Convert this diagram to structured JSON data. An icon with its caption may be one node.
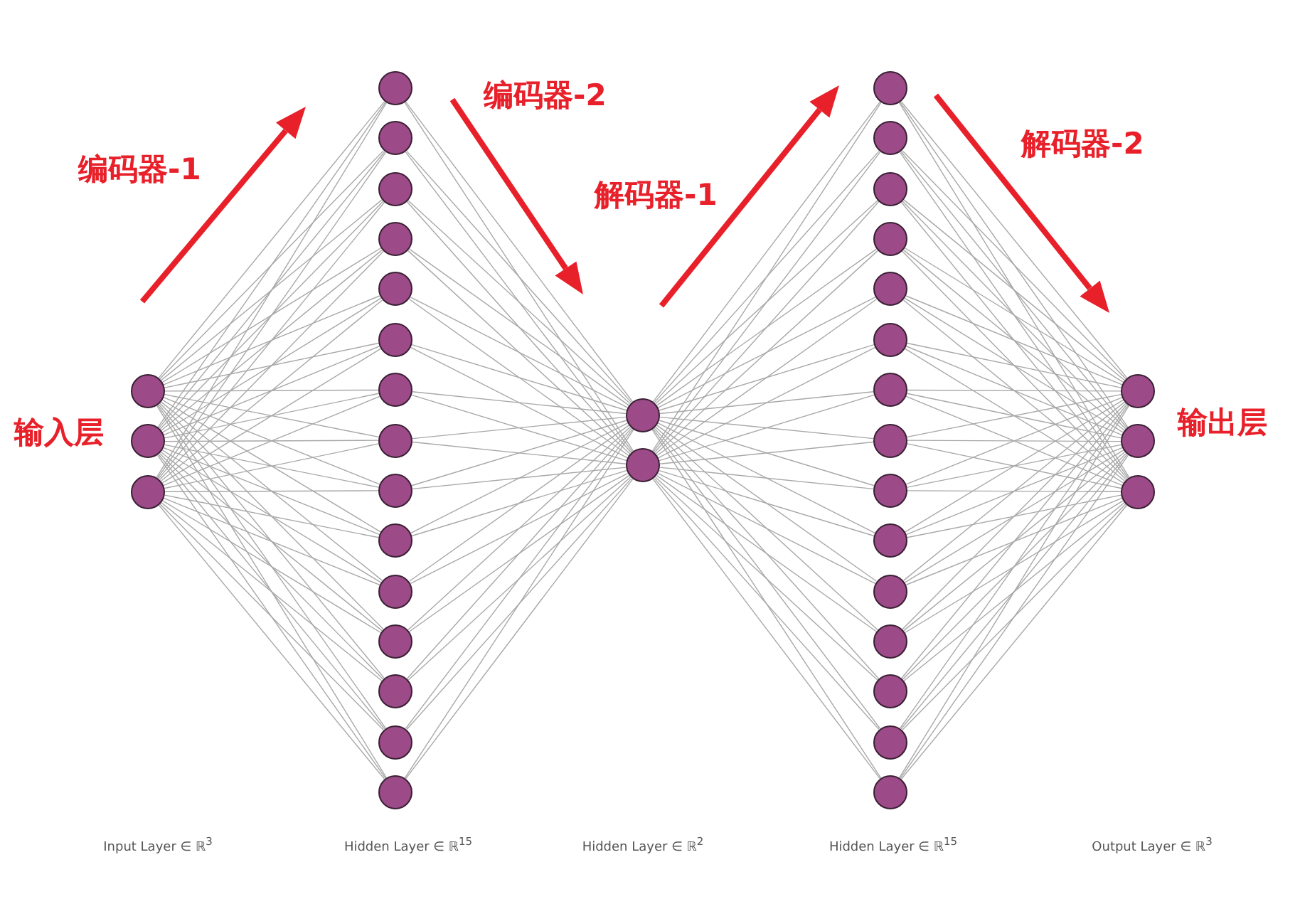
{
  "diagram": {
    "nodes": [
      {
        "text": [],
        "shape": "circle"
      },
      {
        "text": [],
        "shape": "circle"
      },
      {
        "text": [],
        "shape": "circle"
      },
      {
        "text": [],
        "shape": "circle"
      },
      {
        "text": [],
        "shape": "circle"
      },
      {
        "text": [],
        "shape": "circle"
      },
      {
        "text": [],
        "shape": "circle"
      },
      {
        "text": [],
        "shape": "circle"
      },
      {
        "text": [],
        "shape": "circle"
      },
      {
        "text": [],
        "shape": "circle"
      },
      {
        "text": [],
        "shape": "circle"
      },
      {
        "text": [],
        "shape": "circle"
      },
      {
        "text": [],
        "shape": "circle"
      },
      {
        "text": [],
        "shape": "circle"
      },
      {
        "text": [],
        "shape": "circle"
      },
      {
        "text": [],
        "shape": "circle"
      },
      {
        "text": [],
        "shape": "circle"
      },
      {
        "text": [],
        "shape": "circle"
      },
      {
        "text": [],
        "shape": "circle"
      },
      {
        "text": [],
        "shape": "circle"
      },
      {
        "text": [],
        "shape": "circle"
      },
      {
        "text": [],
        "shape": "circle"
      },
      {
        "text": [],
        "shape": "circle"
      },
      {
        "text": [],
        "shape": "circle"
      },
      {
        "text": [],
        "shape": "circle"
      },
      {
        "text": [],
        "shape": "circle"
      },
      {
        "text": [],
        "shape": "circle"
      },
      {
        "text": [],
        "shape": "circle"
      },
      {
        "text": [],
        "shape": "circle"
      },
      {
        "text": [],
        "shape": "circle"
      },
      {
        "text": [],
        "shape": "circle"
      },
      {
        "text": [],
        "shape": "circle"
      },
      {
        "text": [],
        "shape": "circle"
      },
      {
        "text": [],
        "shape": "circle"
      },
      {
        "text": [],
        "shape": "circle"
      },
      {
        "text": [],
        "shape": "circle"
      },
      {
        "text": [],
        "shape": "circle"
      },
      {
        "text": [],
        "shape": "circle"
      }
    ],
    "edges": [
      {
        "from": 0,
        "to": 3,
        "arrow": "none"
      },
      {
        "from": 0,
        "to": 4,
        "arrow": "none"
      },
      {
        "from": 0,
        "to": 5,
        "arrow": "none"
      },
      {
        "from": 0,
        "to": 6,
        "arrow": "none"
      },
      {
        "from": 0,
        "to": 7,
        "arrow": "none"
      },
      {
        "from": 0,
        "to": 8,
        "arrow": "none"
      },
      {
        "from": 0,
        "to": 9,
        "arrow": "none"
      },
      {
        "from": 0,
        "to": 10,
        "arrow": "none"
      },
      {
        "from": 0,
        "to": 11,
        "arrow": "none"
      },
      {
        "from": 0,
        "to": 12,
        "arrow": "none"
      },
      {
        "from": 0,
        "to": 13,
        "arrow": "none"
      },
      {
        "from": 0,
        "to": 14,
        "arrow": "none"
      },
      {
        "from": 0,
        "to": 15,
        "arrow": "none"
      },
      {
        "from": 0,
        "to": 16,
        "arrow": "none"
      },
      {
        "from": 0,
        "to": 17,
        "arrow": "none"
      },
      {
        "from": 1,
        "to": 3,
        "arrow": "none"
      },
      {
        "from": 1,
        "to": 4,
        "arrow": "none"
      },
      {
        "from": 1,
        "to": 5,
        "arrow": "none"
      },
      {
        "from": 1,
        "to": 6,
        "arrow": "none"
      },
      {
        "from": 1,
        "to": 7,
        "arrow": "none"
      },
      {
        "from": 1,
        "to": 8,
        "arrow": "none"
      },
      {
        "from": 1,
        "to": 9,
        "arrow": "none"
      },
      {
        "from": 1,
        "to": 10,
        "arrow": "none"
      },
      {
        "from": 1,
        "to": 11,
        "arrow": "none"
      },
      {
        "from": 1,
        "to": 12,
        "arrow": "none"
      },
      {
        "from": 1,
        "to": 13,
        "arrow": "none"
      },
      {
        "from": 1,
        "to": 14,
        "arrow": "none"
      },
      {
        "from": 1,
        "to": 15,
        "arrow": "none"
      },
      {
        "from": 1,
        "to": 16,
        "arrow": "none"
      },
      {
        "from": 1,
        "to": 17,
        "arrow": "none"
      },
      {
        "from": 2,
        "to": 3,
        "arrow": "none"
      },
      {
        "from": 2,
        "to": 4,
        "arrow": "none"
      },
      {
        "from": 2,
        "to": 5,
        "arrow": "none"
      },
      {
        "from": 2,
        "to": 6,
        "arrow": "none"
      },
      {
        "from": 2,
        "to": 7,
        "arrow": "none"
      },
      {
        "from": 2,
        "to": 8,
        "arrow": "none"
      },
      {
        "from": 2,
        "to": 9,
        "arrow": "none"
      },
      {
        "from": 2,
        "to": 10,
        "arrow": "none"
      },
      {
        "from": 2,
        "to": 11,
        "arrow": "none"
      },
      {
        "from": 2,
        "to": 12,
        "arrow": "none"
      },
      {
        "from": 2,
        "to": 13,
        "arrow": "none"
      },
      {
        "from": 2,
        "to": 14,
        "arrow": "none"
      },
      {
        "from": 2,
        "to": 15,
        "arrow": "none"
      },
      {
        "from": 2,
        "to": 16,
        "arrow": "none"
      },
      {
        "from": 2,
        "to": 17,
        "arrow": "none"
      },
      {
        "from": 3,
        "to": 18,
        "arrow": "none"
      },
      {
        "from": 4,
        "to": 18,
        "arrow": "none"
      },
      {
        "from": 5,
        "to": 18,
        "arrow": "none"
      },
      {
        "from": 6,
        "to": 18,
        "arrow": "none"
      },
      {
        "from": 7,
        "to": 18,
        "arrow": "none"
      },
      {
        "from": 8,
        "to": 18,
        "arrow": "none"
      },
      {
        "from": 9,
        "to": 18,
        "arrow": "none"
      },
      {
        "from": 10,
        "to": 18,
        "arrow": "none"
      },
      {
        "from": 11,
        "to": 18,
        "arrow": "none"
      },
      {
        "from": 12,
        "to": 18,
        "arrow": "none"
      },
      {
        "from": 13,
        "to": 18,
        "arrow": "none"
      },
      {
        "from": 14,
        "to": 18,
        "arrow": "none"
      },
      {
        "from": 15,
        "to": 18,
        "arrow": "none"
      },
      {
        "from": 16,
        "to": 18,
        "arrow": "none"
      },
      {
        "from": 17,
        "to": 18,
        "arrow": "none"
      },
      {
        "from": 3,
        "to": 19,
        "arrow": "none"
      },
      {
        "from": 4,
        "to": 19,
        "arrow": "none"
      },
      {
        "from": 5,
        "to": 19,
        "arrow": "none"
      },
      {
        "from": 6,
        "to": 19,
        "arrow": "none"
      },
      {
        "from": 7,
        "to": 19,
        "arrow": "none"
      },
      {
        "from": 8,
        "to": 19,
        "arrow": "none"
      },
      {
        "from": 9,
        "to": 19,
        "arrow": "none"
      },
      {
        "from": 10,
        "to": 19,
        "arrow": "none"
      },
      {
        "from": 11,
        "to": 19,
        "arrow": "none"
      },
      {
        "from": 12,
        "to": 19,
        "arrow": "none"
      },
      {
        "from": 13,
        "to": 19,
        "arrow": "none"
      },
      {
        "from": 14,
        "to": 19,
        "arrow": "none"
      },
      {
        "from": 15,
        "to": 19,
        "arrow": "none"
      },
      {
        "from": 16,
        "to": 19,
        "arrow": "none"
      },
      {
        "from": 17,
        "to": 19,
        "arrow": "none"
      },
      {
        "from": 18,
        "to": 20,
        "arrow": "none"
      },
      {
        "from": 18,
        "to": 21,
        "arrow": "none"
      },
      {
        "from": 18,
        "to": 22,
        "arrow": "none"
      },
      {
        "from": 18,
        "to": 23,
        "arrow": "none"
      },
      {
        "from": 18,
        "to": 24,
        "arrow": "none"
      },
      {
        "from": 18,
        "to": 25,
        "arrow": "none"
      },
      {
        "from": 18,
        "to": 26,
        "arrow": "none"
      },
      {
        "from": 18,
        "to": 27,
        "arrow": "none"
      },
      {
        "from": 18,
        "to": 28,
        "arrow": "none"
      },
      {
        "from": 18,
        "to": 29,
        "arrow": "none"
      },
      {
        "from": 18,
        "to": 30,
        "arrow": "none"
      },
      {
        "from": 18,
        "to": 31,
        "arrow": "none"
      },
      {
        "from": 18,
        "to": 32,
        "arrow": "none"
      },
      {
        "from": 18,
        "to": 33,
        "arrow": "none"
      },
      {
        "from": 18,
        "to": 34,
        "arrow": "none"
      },
      {
        "from": 19,
        "to": 20,
        "arrow": "none"
      },
      {
        "from": 19,
        "to": 21,
        "arrow": "none"
      },
      {
        "from": 19,
        "to": 22,
        "arrow": "none"
      },
      {
        "from": 19,
        "to": 23,
        "arrow": "none"
      },
      {
        "from": 19,
        "to": 24,
        "arrow": "none"
      },
      {
        "from": 19,
        "to": 25,
        "arrow": "none"
      },
      {
        "from": 19,
        "to": 26,
        "arrow": "none"
      },
      {
        "from": 19,
        "to": 27,
        "arrow": "none"
      },
      {
        "from": 19,
        "to": 28,
        "arrow": "none"
      },
      {
        "from": 19,
        "to": 29,
        "arrow": "none"
      },
      {
        "from": 19,
        "to": 30,
        "arrow": "none"
      },
      {
        "from": 19,
        "to": 31,
        "arrow": "none"
      },
      {
        "from": 19,
        "to": 32,
        "arrow": "none"
      },
      {
        "from": 19,
        "to": 33,
        "arrow": "none"
      },
      {
        "from": 19,
        "to": 34,
        "arrow": "none"
      },
      {
        "from": 20,
        "to": 35,
        "arrow": "none"
      },
      {
        "from": 21,
        "to": 35,
        "arrow": "none"
      },
      {
        "from": 22,
        "to": 35,
        "arrow": "none"
      },
      {
        "from": 23,
        "to": 35,
        "arrow": "none"
      },
      {
        "from": 24,
        "to": 35,
        "arrow": "none"
      },
      {
        "from": 25,
        "to": 35,
        "arrow": "none"
      },
      {
        "from": 26,
        "to": 35,
        "arrow": "none"
      },
      {
        "from": 27,
        "to": 35,
        "arrow": "none"
      },
      {
        "from": 28,
        "to": 35,
        "arrow": "none"
      },
      {
        "from": 29,
        "to": 35,
        "arrow": "none"
      },
      {
        "from": 30,
        "to": 35,
        "arrow": "none"
      },
      {
        "from": 31,
        "to": 35,
        "arrow": "none"
      },
      {
        "from": 32,
        "to": 35,
        "arrow": "none"
      },
      {
        "from": 33,
        "to": 35,
        "arrow": "none"
      },
      {
        "from": 34,
        "to": 35,
        "arrow": "none"
      },
      {
        "from": 20,
        "to": 36,
        "arrow": "none"
      },
      {
        "from": 21,
        "to": 36,
        "arrow": "none"
      },
      {
        "from": 22,
        "to": 36,
        "arrow": "none"
      },
      {
        "from": 23,
        "to": 36,
        "arrow": "none"
      },
      {
        "from": 24,
        "to": 36,
        "arrow": "none"
      },
      {
        "from": 25,
        "to": 36,
        "arrow": "none"
      },
      {
        "from": 26,
        "to": 36,
        "arrow": "none"
      },
      {
        "from": 27,
        "to": 36,
        "arrow": "none"
      },
      {
        "from": 28,
        "to": 36,
        "arrow": "none"
      },
      {
        "from": 29,
        "to": 36,
        "arrow": "none"
      },
      {
        "from": 30,
        "to": 36,
        "arrow": "none"
      },
      {
        "from": 31,
        "to": 36,
        "arrow": "none"
      },
      {
        "from": 32,
        "to": 36,
        "arrow": "none"
      },
      {
        "from": 33,
        "to": 36,
        "arrow": "none"
      },
      {
        "from": 34,
        "to": 36,
        "arrow": "none"
      },
      {
        "from": 20,
        "to": 37,
        "arrow": "none"
      },
      {
        "from": 21,
        "to": 37,
        "arrow": "none"
      },
      {
        "from": 22,
        "to": 37,
        "arrow": "none"
      },
      {
        "from": 23,
        "to": 37,
        "arrow": "none"
      },
      {
        "from": 24,
        "to": 37,
        "arrow": "none"
      },
      {
        "from": 25,
        "to": 37,
        "arrow": "none"
      },
      {
        "from": 26,
        "to": 37,
        "arrow": "none"
      },
      {
        "from": 27,
        "to": 37,
        "arrow": "none"
      },
      {
        "from": 28,
        "to": 37,
        "arrow": "none"
      },
      {
        "from": 29,
        "to": 37,
        "arrow": "none"
      },
      {
        "from": 30,
        "to": 37,
        "arrow": "none"
      },
      {
        "from": 31,
        "to": 37,
        "arrow": "none"
      },
      {
        "from": 32,
        "to": 37,
        "arrow": "none"
      },
      {
        "from": 33,
        "to": 37,
        "arrow": "none"
      },
      {
        "from": 34,
        "to": 37,
        "arrow": "none"
      }
    ],
    "labels": [
      "编码器-2",
      "解码器-2",
      "编码器-1",
      "解码器-1",
      "输入层",
      "输出层",
      "Input Layer ∈ ℝ$^{3}$",
      "Hidden Layer ∈ ℝ$^{15}$",
      "Hidden Layer ∈ ℝ$^{2}$",
      "Hidden Layer ∈ ℝ$^{15}$",
      "Output Layer ∈ ℝ$^{3}$"
    ]
  }
}
